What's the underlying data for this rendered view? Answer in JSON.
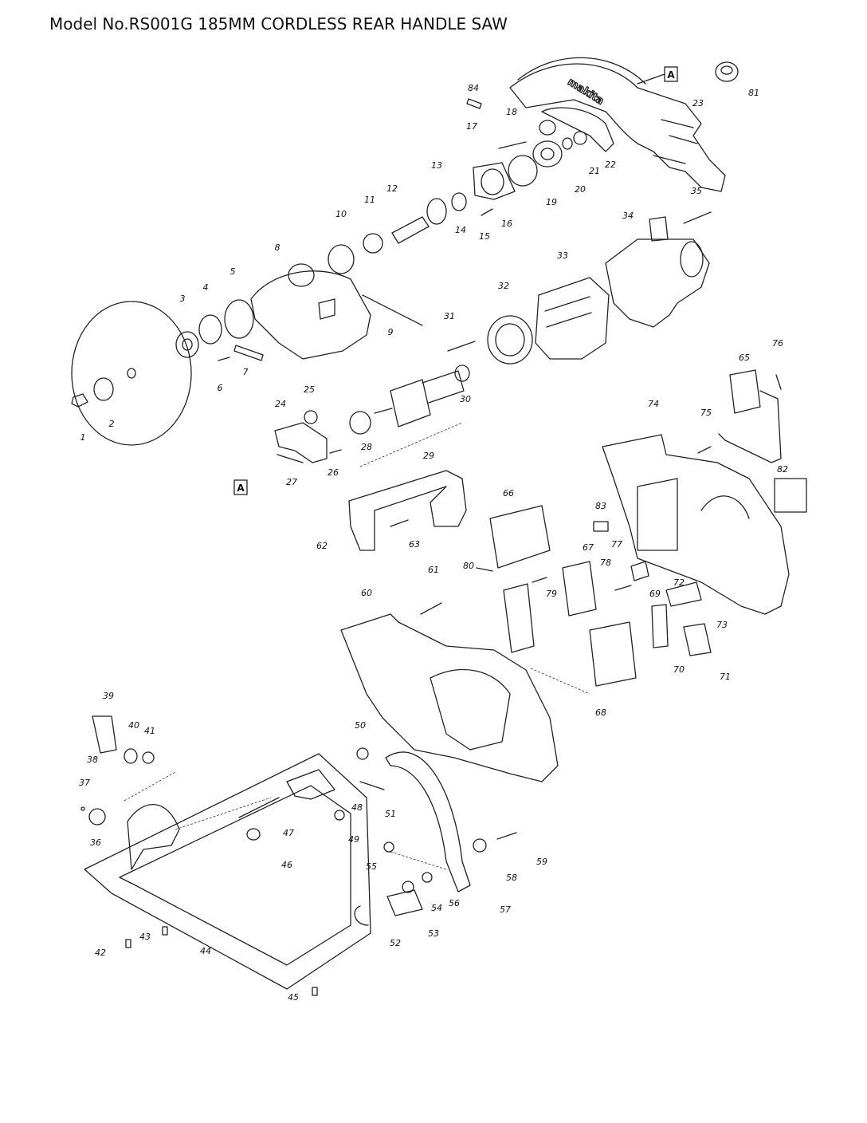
{
  "title": "Model No.RS001G 185MM CORDLESS REAR HANDLE SAW",
  "ref_marker": "A",
  "brand_mark": "makita",
  "part_numbers": [
    "1",
    "2",
    "3",
    "4",
    "5",
    "6",
    "7",
    "8",
    "9",
    "10",
    "11",
    "12",
    "13",
    "14",
    "15",
    "16",
    "17",
    "18",
    "19",
    "20",
    "21",
    "22",
    "23",
    "24",
    "25",
    "26",
    "27",
    "28",
    "29",
    "30",
    "31",
    "32",
    "33",
    "34",
    "35",
    "36",
    "37",
    "38",
    "39",
    "40",
    "41",
    "42",
    "43",
    "44",
    "45",
    "46",
    "47",
    "48",
    "49",
    "50",
    "51",
    "52",
    "53",
    "54",
    "55",
    "56",
    "57",
    "58",
    "59",
    "60",
    "61",
    "62",
    "63",
    "65",
    "66",
    "67",
    "68",
    "69",
    "70",
    "71",
    "72",
    "73",
    "74",
    "75",
    "76",
    "77",
    "78",
    "79",
    "80",
    "81",
    "82",
    "83",
    "84"
  ]
}
